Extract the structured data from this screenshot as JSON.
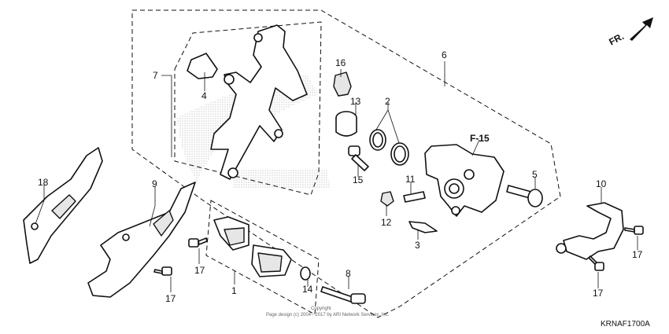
{
  "diagram": {
    "direction_label": "FR.",
    "reference_label": "F-15",
    "diagram_code": "KRNAF1700A",
    "copyright_line1": "Copyright",
    "copyright_line2": "Page design (c) 2004 - 2017 by ARI Network Services, Inc.",
    "callouts": {
      "c1": "1",
      "c2": "2",
      "c3": "3",
      "c4": "4",
      "c5": "5",
      "c6": "6",
      "c7": "7",
      "c8": "8",
      "c9": "9",
      "c10": "10",
      "c11": "11",
      "c12": "12",
      "c13": "13",
      "c14": "14",
      "c15": "15",
      "c16": "16",
      "c17a": "17",
      "c17b": "17",
      "c17c": "17",
      "c17d": "17",
      "c18": "18"
    }
  }
}
